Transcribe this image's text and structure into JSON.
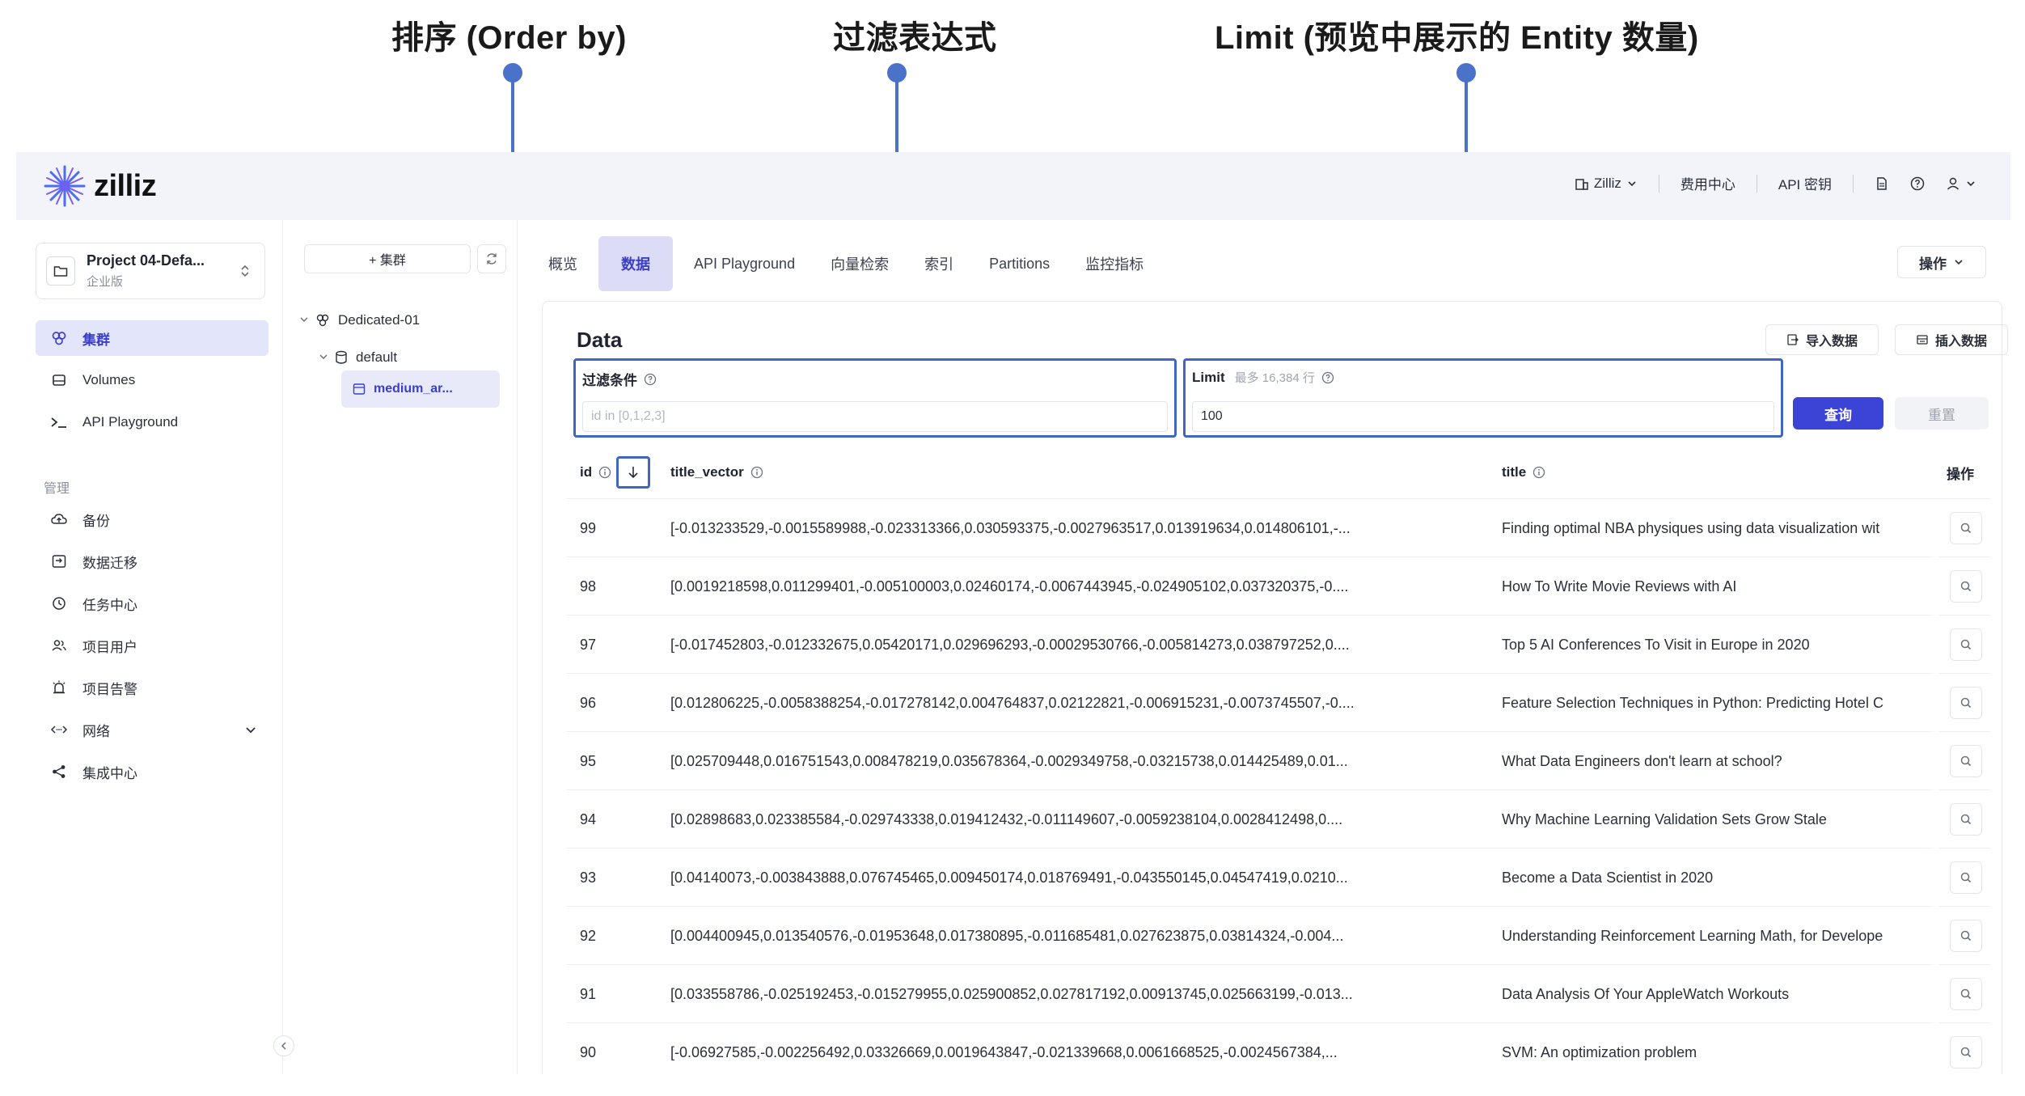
{
  "annotations": {
    "order_by": "排序 (Order by)",
    "filter_expression": "过滤表达式",
    "limit": "Limit (预览中展示的 Entity 数量)"
  },
  "brand": {
    "name": "zilliz",
    "accent": "#3b44d6"
  },
  "topbar": {
    "org": "Zilliz",
    "billing": "费用中心",
    "api_key": "API 密钥"
  },
  "project": {
    "name": "Project 04-Defa...",
    "plan": "企业版"
  },
  "sidebar": {
    "items": [
      {
        "label": "集群",
        "icon": "cluster-icon"
      },
      {
        "label": "Volumes",
        "icon": "volume-icon"
      },
      {
        "label": "API Playground",
        "icon": "terminal-icon"
      }
    ],
    "section_label": "管理",
    "manage_items": [
      {
        "label": "备份",
        "icon": "cloud-backup-icon"
      },
      {
        "label": "数据迁移",
        "icon": "migration-icon"
      },
      {
        "label": "任务中心",
        "icon": "history-icon"
      },
      {
        "label": "项目用户",
        "icon": "users-icon"
      },
      {
        "label": "项目告警",
        "icon": "alarm-icon"
      },
      {
        "label": "网络",
        "icon": "network-icon"
      },
      {
        "label": "集成中心",
        "icon": "share-icon"
      }
    ]
  },
  "tree": {
    "add_cluster": "+ 集群",
    "cluster": "Dedicated-01",
    "database": "default",
    "collection": "medium_ar..."
  },
  "tabs": [
    "概览",
    "数据",
    "API Playground",
    "向量检索",
    "索引",
    "Partitions",
    "监控指标"
  ],
  "ops_label": "操作",
  "data_panel": {
    "title": "Data",
    "import_btn": "导入数据",
    "insert_btn": "插入数据",
    "filter_label": "过滤条件",
    "filter_placeholder": "id in [0,1,2,3]",
    "limit_label": "Limit",
    "limit_hint": "最多 16,384 行",
    "limit_value": "100",
    "query_btn": "查询",
    "reset_btn": "重置"
  },
  "table": {
    "columns": {
      "id": "id",
      "vector": "title_vector",
      "title": "title",
      "actions": "操作"
    },
    "rows": [
      {
        "id": "99",
        "vector": "[-0.013233529,-0.0015589988,-0.023313366,0.030593375,-0.0027963517,0.013919634,0.014806101,-...",
        "title": "Finding optimal NBA physiques using data visualization wit"
      },
      {
        "id": "98",
        "vector": "[0.0019218598,0.011299401,-0.005100003,0.02460174,-0.0067443945,-0.024905102,0.037320375,-0....",
        "title": "How To Write Movie Reviews with AI"
      },
      {
        "id": "97",
        "vector": "[-0.017452803,-0.012332675,0.05420171,0.029696293,-0.00029530766,-0.005814273,0.038797252,0....",
        "title": "Top 5 AI Conferences To Visit in Europe in 2020"
      },
      {
        "id": "96",
        "vector": "[0.012806225,-0.0058388254,-0.017278142,0.004764837,0.02122821,-0.006915231,-0.0073745507,-0....",
        "title": "Feature Selection Techniques in Python: Predicting Hotel C"
      },
      {
        "id": "95",
        "vector": "[0.025709448,0.016751543,0.008478219,0.035678364,-0.0029349758,-0.03215738,0.014425489,0.01...",
        "title": "What Data Engineers don't learn at school?"
      },
      {
        "id": "94",
        "vector": "[0.02898683,0.023385584,-0.029743338,0.019412432,-0.011149607,-0.0059238104,0.0028412498,0....",
        "title": "Why Machine Learning Validation Sets Grow Stale"
      },
      {
        "id": "93",
        "vector": "[0.04140073,-0.003843888,0.076745465,0.009450174,0.018769491,-0.043550145,0.04547419,0.0210...",
        "title": "Become a Data Scientist in 2020"
      },
      {
        "id": "92",
        "vector": "[0.004400945,0.013540576,-0.01953648,0.017380895,-0.011685481,0.027623875,0.03814324,-0.004...",
        "title": "Understanding Reinforcement Learning Math, for Develope"
      },
      {
        "id": "91",
        "vector": "[0.033558786,-0.025192453,-0.015279955,0.025900852,0.027817192,0.00913745,0.025663199,-0.013...",
        "title": "Data Analysis Of Your AppleWatch Workouts"
      },
      {
        "id": "90",
        "vector": "[-0.06927585,-0.002256492,0.03326669,0.0019643847,-0.021339668,0.0061668525,-0.0024567384,...",
        "title": "SVM: An optimization problem"
      }
    ]
  }
}
